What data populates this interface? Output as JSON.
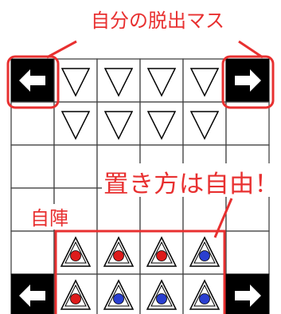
{
  "annotations": {
    "exit_label": "自分の脱出マス",
    "placement_label": "置き方は自由！",
    "home_label": "自陣"
  },
  "colors": {
    "annotation": "#e83030",
    "exit_cell": "#000000",
    "grid_line": "#444444",
    "piece_red": "#dd1b1b",
    "piece_blue": "#2a3fd0"
  },
  "board": {
    "columns": 6,
    "rows": 6,
    "exit_cells": [
      {
        "row": 0,
        "col": 0,
        "arrow": "left"
      },
      {
        "row": 0,
        "col": 5,
        "arrow": "right"
      },
      {
        "row": 5,
        "col": 0,
        "arrow": "left"
      },
      {
        "row": 5,
        "col": 5,
        "arrow": "right"
      }
    ],
    "opponent_pieces": [
      {
        "row": 0,
        "col": 1
      },
      {
        "row": 0,
        "col": 2
      },
      {
        "row": 0,
        "col": 3
      },
      {
        "row": 0,
        "col": 4
      },
      {
        "row": 1,
        "col": 1
      },
      {
        "row": 1,
        "col": 2
      },
      {
        "row": 1,
        "col": 3
      },
      {
        "row": 1,
        "col": 4
      }
    ],
    "own_pieces": [
      {
        "row": 4,
        "col": 1,
        "dot": "red"
      },
      {
        "row": 4,
        "col": 2,
        "dot": "red"
      },
      {
        "row": 4,
        "col": 3,
        "dot": "red"
      },
      {
        "row": 4,
        "col": 4,
        "dot": "blue"
      },
      {
        "row": 5,
        "col": 1,
        "dot": "red"
      },
      {
        "row": 5,
        "col": 2,
        "dot": "blue"
      },
      {
        "row": 5,
        "col": 3,
        "dot": "blue"
      },
      {
        "row": 5,
        "col": 4,
        "dot": "blue"
      }
    ]
  }
}
